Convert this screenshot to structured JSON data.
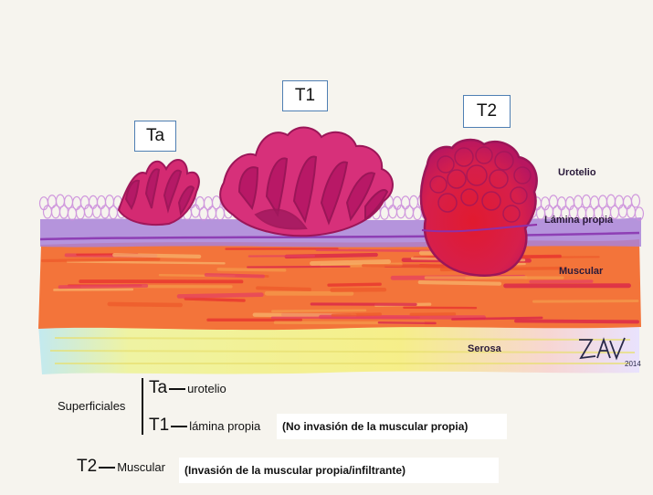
{
  "stages": [
    {
      "key": "ta",
      "label": "Ta"
    },
    {
      "key": "t1",
      "label": "T1"
    },
    {
      "key": "t2",
      "label": "T2"
    }
  ],
  "layers": {
    "urotelio": "Urotelio",
    "lamina_propia": "Lámina propia",
    "muscular": "Muscular",
    "serosa": "Serosa"
  },
  "signature": {
    "text": "ZAV 2014",
    "year": "2014"
  },
  "legend": {
    "group_label": "Superficiales",
    "ta": {
      "stage": "Ta",
      "layer": "urotelio"
    },
    "t1": {
      "stage": "T1",
      "layer": "lámina propia",
      "note": "(No invasión de la muscular propia)"
    },
    "t2": {
      "stage": "T2",
      "layer": "Muscular",
      "note": "(Invasión de la muscular propia/infiltrante)"
    }
  },
  "colors": {
    "tumor": "#d4236e",
    "tumor_dark": "#9b1658",
    "tumor_red": "#e0203a",
    "urotelio": "#d9a6e6",
    "lamina": "#9a78d0",
    "muscular": "#f06a3a",
    "serosa": "#f3ee7a",
    "box_border": "#4f7fb3"
  }
}
